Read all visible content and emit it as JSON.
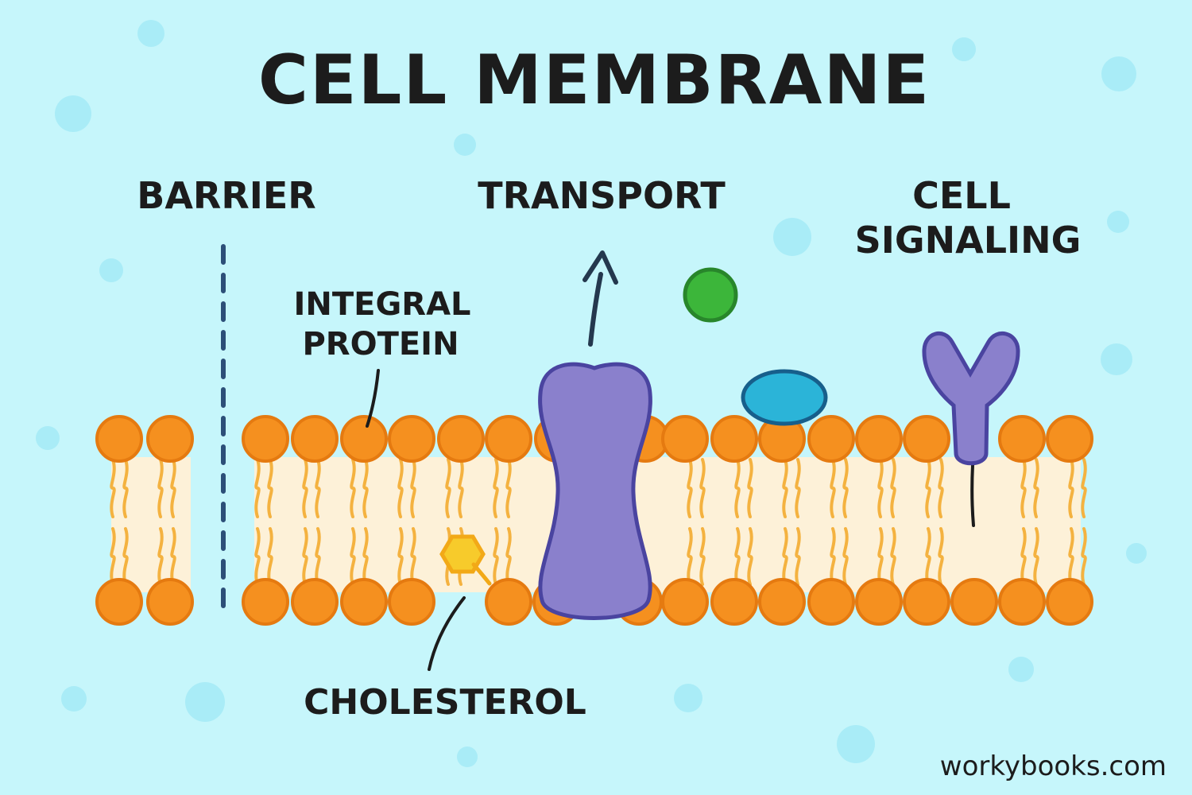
{
  "title": "CELL MEMBRANE",
  "sections": {
    "barrier": "BARRIER",
    "transport": "TRANSPORT",
    "signaling_line1": "CELL",
    "signaling_line2": "SIGNALING"
  },
  "labels": {
    "integral_line1": "INTEGRAL",
    "integral_line2": "PROTEIN",
    "cholesterol": "CHOLESTEROL"
  },
  "watermark": "workybooks.com",
  "colors": {
    "background": "#c6f6fb",
    "bubble": "#a9ecf7",
    "phospholipid_head": "#f5901f",
    "phospholipid_head_outline": "#e57a10",
    "tail": "#f4b240",
    "bilayer_core": "#fdf1d8",
    "protein": "#8a80cc",
    "protein_outline": "#4a44a0",
    "peripheral_protein": "#2bb4d8",
    "signal_molecule": "#3cb63a",
    "cholesterol": "#f7cb2b",
    "barrier_line": "#2c4f78"
  },
  "icons": {
    "transport_arrow": "arrow-up-icon",
    "signal_molecule": "green-circle-icon",
    "receptor": "y-receptor-icon",
    "cholesterol": "hexagon-icon"
  }
}
